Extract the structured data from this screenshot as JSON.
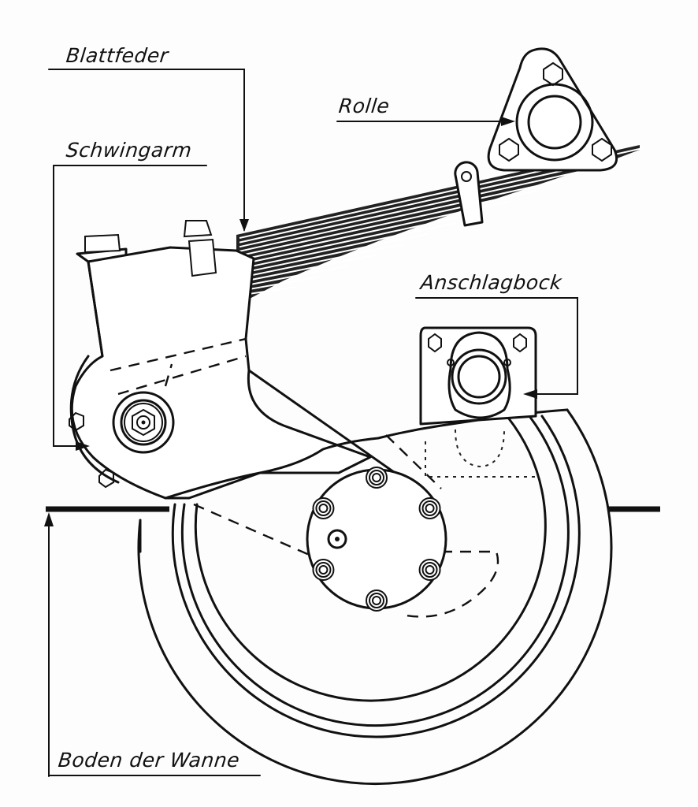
{
  "figure": {
    "subject": "Leaf spring suspension with swing arm and road wheel (technical drawing)",
    "line_color": "#111111",
    "background_color": "#fdfdfd"
  },
  "labels": {
    "leaf_spring": "Blattfeder",
    "swing_arm": "Schwingarm",
    "roller": "Rolle",
    "bump_stop": "Anschlagbock",
    "hull_floor": "Boden der Wanne"
  }
}
